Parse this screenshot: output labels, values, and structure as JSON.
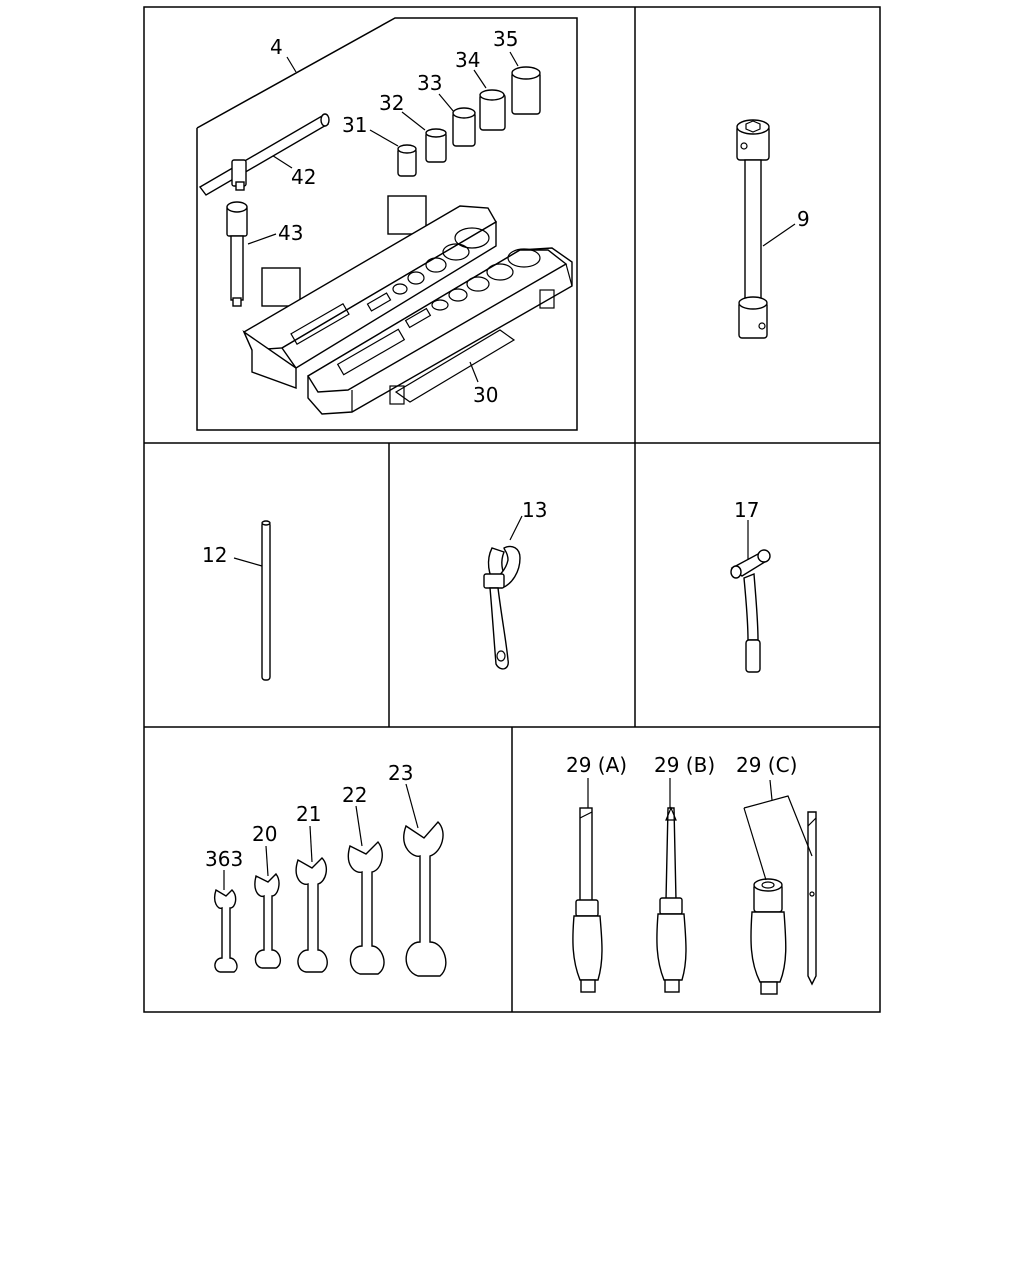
{
  "labels": {
    "p4": "4",
    "p35": "35",
    "p34": "34",
    "p33": "33",
    "p32": "32",
    "p31": "31",
    "p42": "42",
    "p43": "43",
    "p30": "30",
    "p9": "9",
    "p12": "12",
    "p13": "13",
    "p17": "17",
    "p363": "363",
    "p20": "20",
    "p21": "21",
    "p22": "22",
    "p23": "23",
    "p29a": "29 (A)",
    "p29b": "29 (B)",
    "p29c": "29 (C)"
  }
}
